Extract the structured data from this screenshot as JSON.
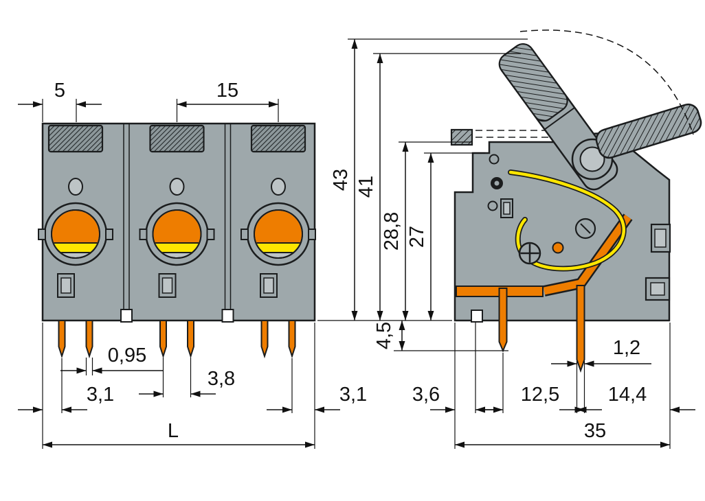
{
  "drawing": {
    "kind": "terminal-block-dimension-drawing",
    "views": {
      "front": {
        "pole_count": 3
      },
      "side": {
        "lever_positions": 2
      }
    }
  },
  "colors": {
    "body_gray": "#9ea8ab",
    "detail_gray": "#bdc4c6",
    "line_dark": "#1b1d1e",
    "clamp_orange": "#ee7d00",
    "spring_yellow": "#ffe600",
    "background": "#ffffff"
  },
  "dims": {
    "d5": "5",
    "d15": "15",
    "d43": "43",
    "d41": "41",
    "d28_8": "28,8",
    "d27": "27",
    "d4_5": "4,5",
    "d0_95": "0,95",
    "d3_8": "3,8",
    "d3_1_left": "3,1",
    "d3_1_right": "3,1",
    "dL": "L",
    "d3_6": "3,6",
    "d12_5": "12,5",
    "d1_2": "1,2",
    "d14_4": "14,4",
    "d35": "35"
  }
}
